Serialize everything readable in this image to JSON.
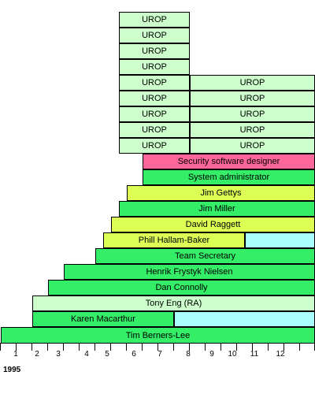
{
  "year_label": "1995",
  "axis_ticks": [
    "1",
    "2",
    "3",
    "4",
    "5",
    "6",
    "7",
    "8",
    "9",
    "10",
    "11",
    "12"
  ],
  "colors": {
    "green": "#33ee66",
    "light_green": "#ccffcc",
    "yellow": "#ddff55",
    "pink": "#ff6699",
    "cyan": "#aaffff"
  },
  "bars": [
    {
      "label": "UROP",
      "color": "light_green"
    },
    {
      "label": "UROP",
      "color": "light_green"
    },
    {
      "label": "UROP",
      "color": "light_green"
    },
    {
      "label": "UROP",
      "color": "light_green"
    },
    {
      "label": "UROP",
      "color": "light_green"
    },
    {
      "label": "UROP",
      "color": "light_green"
    },
    {
      "label": "UROP",
      "color": "light_green"
    },
    {
      "label": "UROP",
      "color": "light_green"
    },
    {
      "label": "UROP",
      "color": "light_green"
    },
    {
      "label": "UROP",
      "color": "light_green"
    },
    {
      "label": "UROP",
      "color": "light_green"
    },
    {
      "label": "UROP",
      "color": "light_green"
    },
    {
      "label": "UROP",
      "color": "light_green"
    },
    {
      "label": "UROP",
      "color": "light_green"
    },
    {
      "label": "Security software designer",
      "color": "pink"
    },
    {
      "label": "System administrator",
      "color": "green"
    },
    {
      "label": "Jim Gettys",
      "color": "yellow"
    },
    {
      "label": "Jim Miller",
      "color": "green"
    },
    {
      "label": "David Raggett",
      "color": "yellow"
    },
    {
      "label": "Phill Hallam-Baker",
      "color": "yellow"
    },
    {
      "label": "",
      "color": "cyan"
    },
    {
      "label": "Team Secretary",
      "color": "green"
    },
    {
      "label": "Henrik Frystyk Nielsen",
      "color": "green"
    },
    {
      "label": "Dan Connolly",
      "color": "green"
    },
    {
      "label": "Tony Eng (RA)",
      "color": "light_green"
    },
    {
      "label": "Karen Macarthur",
      "color": "green"
    },
    {
      "label": "",
      "color": "cyan"
    },
    {
      "label": "Tim Berners-Lee",
      "color": "green"
    }
  ]
}
